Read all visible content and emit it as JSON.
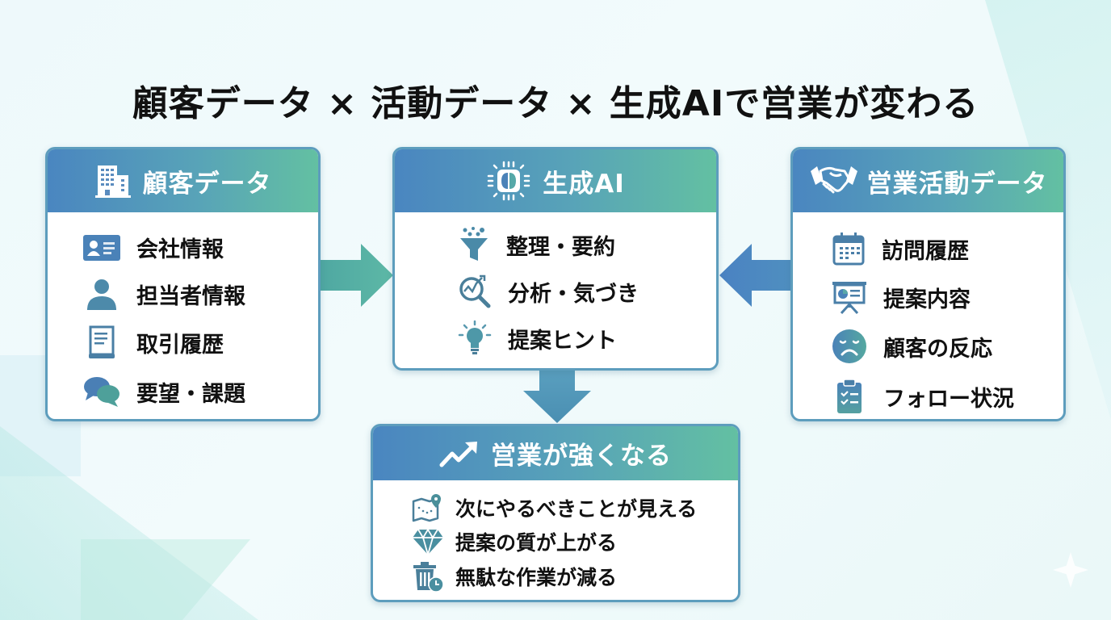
{
  "title": "顧客データ × 活動データ × 生成AIで営業が変わる",
  "colors": {
    "header_gradient_start": "#4a86c0",
    "header_gradient_end": "#63c0a2",
    "icon_blue": "#4a7fb5",
    "icon_teal": "#4d8fa0",
    "arrow_left": "#4aa8a0",
    "arrow_right": "#4a86c0",
    "arrow_down": "#4d9ab8"
  },
  "cards": {
    "customer": {
      "title": "顧客データ",
      "icon": "building-icon",
      "items": [
        {
          "label": "会社情報",
          "icon": "id-card-icon"
        },
        {
          "label": "担当者情報",
          "icon": "person-icon"
        },
        {
          "label": "取引履歴",
          "icon": "document-scroll-icon"
        },
        {
          "label": "要望・課題",
          "icon": "speech-bubbles-icon"
        }
      ]
    },
    "ai": {
      "title": "生成AI",
      "icon": "ai-chip-brain-icon",
      "items": [
        {
          "label": "整理・要約",
          "icon": "funnel-icon"
        },
        {
          "label": "分析・気づき",
          "icon": "analytics-magnifier-icon"
        },
        {
          "label": "提案ヒント",
          "icon": "lightbulb-icon"
        }
      ]
    },
    "activity": {
      "title": "営業活動データ",
      "icon": "handshake-icon",
      "items": [
        {
          "label": "訪問履歴",
          "icon": "calendar-icon"
        },
        {
          "label": "提案内容",
          "icon": "presentation-icon"
        },
        {
          "label": "顧客の反応",
          "icon": "sad-face-icon"
        },
        {
          "label": "フォロー状況",
          "icon": "clipboard-checklist-icon"
        }
      ]
    },
    "result": {
      "title": "営業が強くなる",
      "icon": "trend-up-icon",
      "items": [
        {
          "label": "次にやるべきことが見える",
          "icon": "map-pin-icon"
        },
        {
          "label": "提案の質が上がる",
          "icon": "diamond-icon"
        },
        {
          "label": "無駄な作業が減る",
          "icon": "trash-clock-icon"
        }
      ]
    }
  },
  "arrows": [
    {
      "from": "customer",
      "to": "ai",
      "direction": "right"
    },
    {
      "from": "activity",
      "to": "ai",
      "direction": "left"
    },
    {
      "from": "ai",
      "to": "result",
      "direction": "down"
    }
  ]
}
